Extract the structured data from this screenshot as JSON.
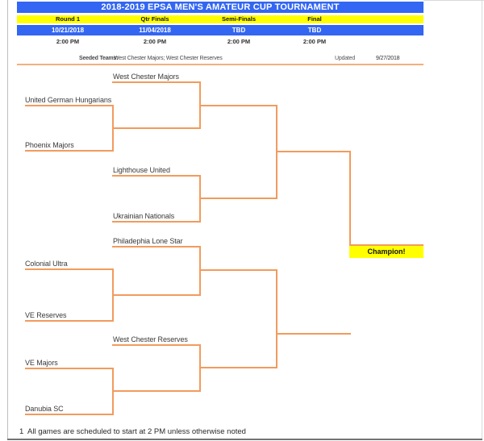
{
  "header": {
    "title": "2018-2019 EPSA MEN'S AMATEUR CUP TOURNAMENT",
    "columns": [
      {
        "label": "Round 1",
        "date": "10/21/2018",
        "time": "2:00 PM"
      },
      {
        "label": "Qtr Finals",
        "date": "11/04/2018",
        "time": "2:00 PM"
      },
      {
        "label": "Semi-Finals",
        "date": "TBD",
        "time": "2:00 PM"
      },
      {
        "label": "Final",
        "date": "TBD",
        "time": "2:00 PM"
      }
    ],
    "seeded_label": "Seeded Teams:",
    "seeded_teams": "West Chester Majors; West Chester Reserves",
    "updated_label": "Updated",
    "updated_date": "9/27/2018"
  },
  "bracket": {
    "teams": {
      "west_chester_majors": "West Chester Majors",
      "united_german_hungarians": "United German Hungarians",
      "phoenix_majors": "Phoenix Majors",
      "lighthouse_united": "Lighthouse United",
      "ukrainian_nationals": "Ukrainian Nationals",
      "philadelphia_lone_star": "Philadephia Lone Star",
      "colonial_ultra": "Colonial Ultra",
      "ve_reserves": "VE Reserves",
      "west_chester_reserves": "West Chester Reserves",
      "ve_majors": "VE Majors",
      "danubia_sc": "Danubia SC"
    },
    "champion_label": "Champion!"
  },
  "footnote": "1  All games are scheduled to start at 2 PM unless otherwise noted",
  "colors": {
    "header_blue": "#3366f2",
    "highlight_yellow": "#ffff00",
    "bracket_orange": "#f29b5d"
  }
}
